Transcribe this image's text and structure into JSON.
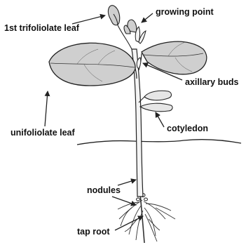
{
  "labels": {
    "trifoliolate_leaf": "1st trifoliolate leaf",
    "growing_point": "growing point",
    "axillary_buds": "axillary buds",
    "unifoliolate_leaf": "unifoliolate leaf",
    "cotyledon": "cotyledon",
    "nodules": "nodules",
    "tap_root": "tap root"
  },
  "colors": {
    "outline": "#222222",
    "leaf_fill": "#cfcfcf",
    "leaf_fill_light": "#e6e6e6",
    "stem_fill": "#f4f4f4",
    "text": "#111111"
  }
}
